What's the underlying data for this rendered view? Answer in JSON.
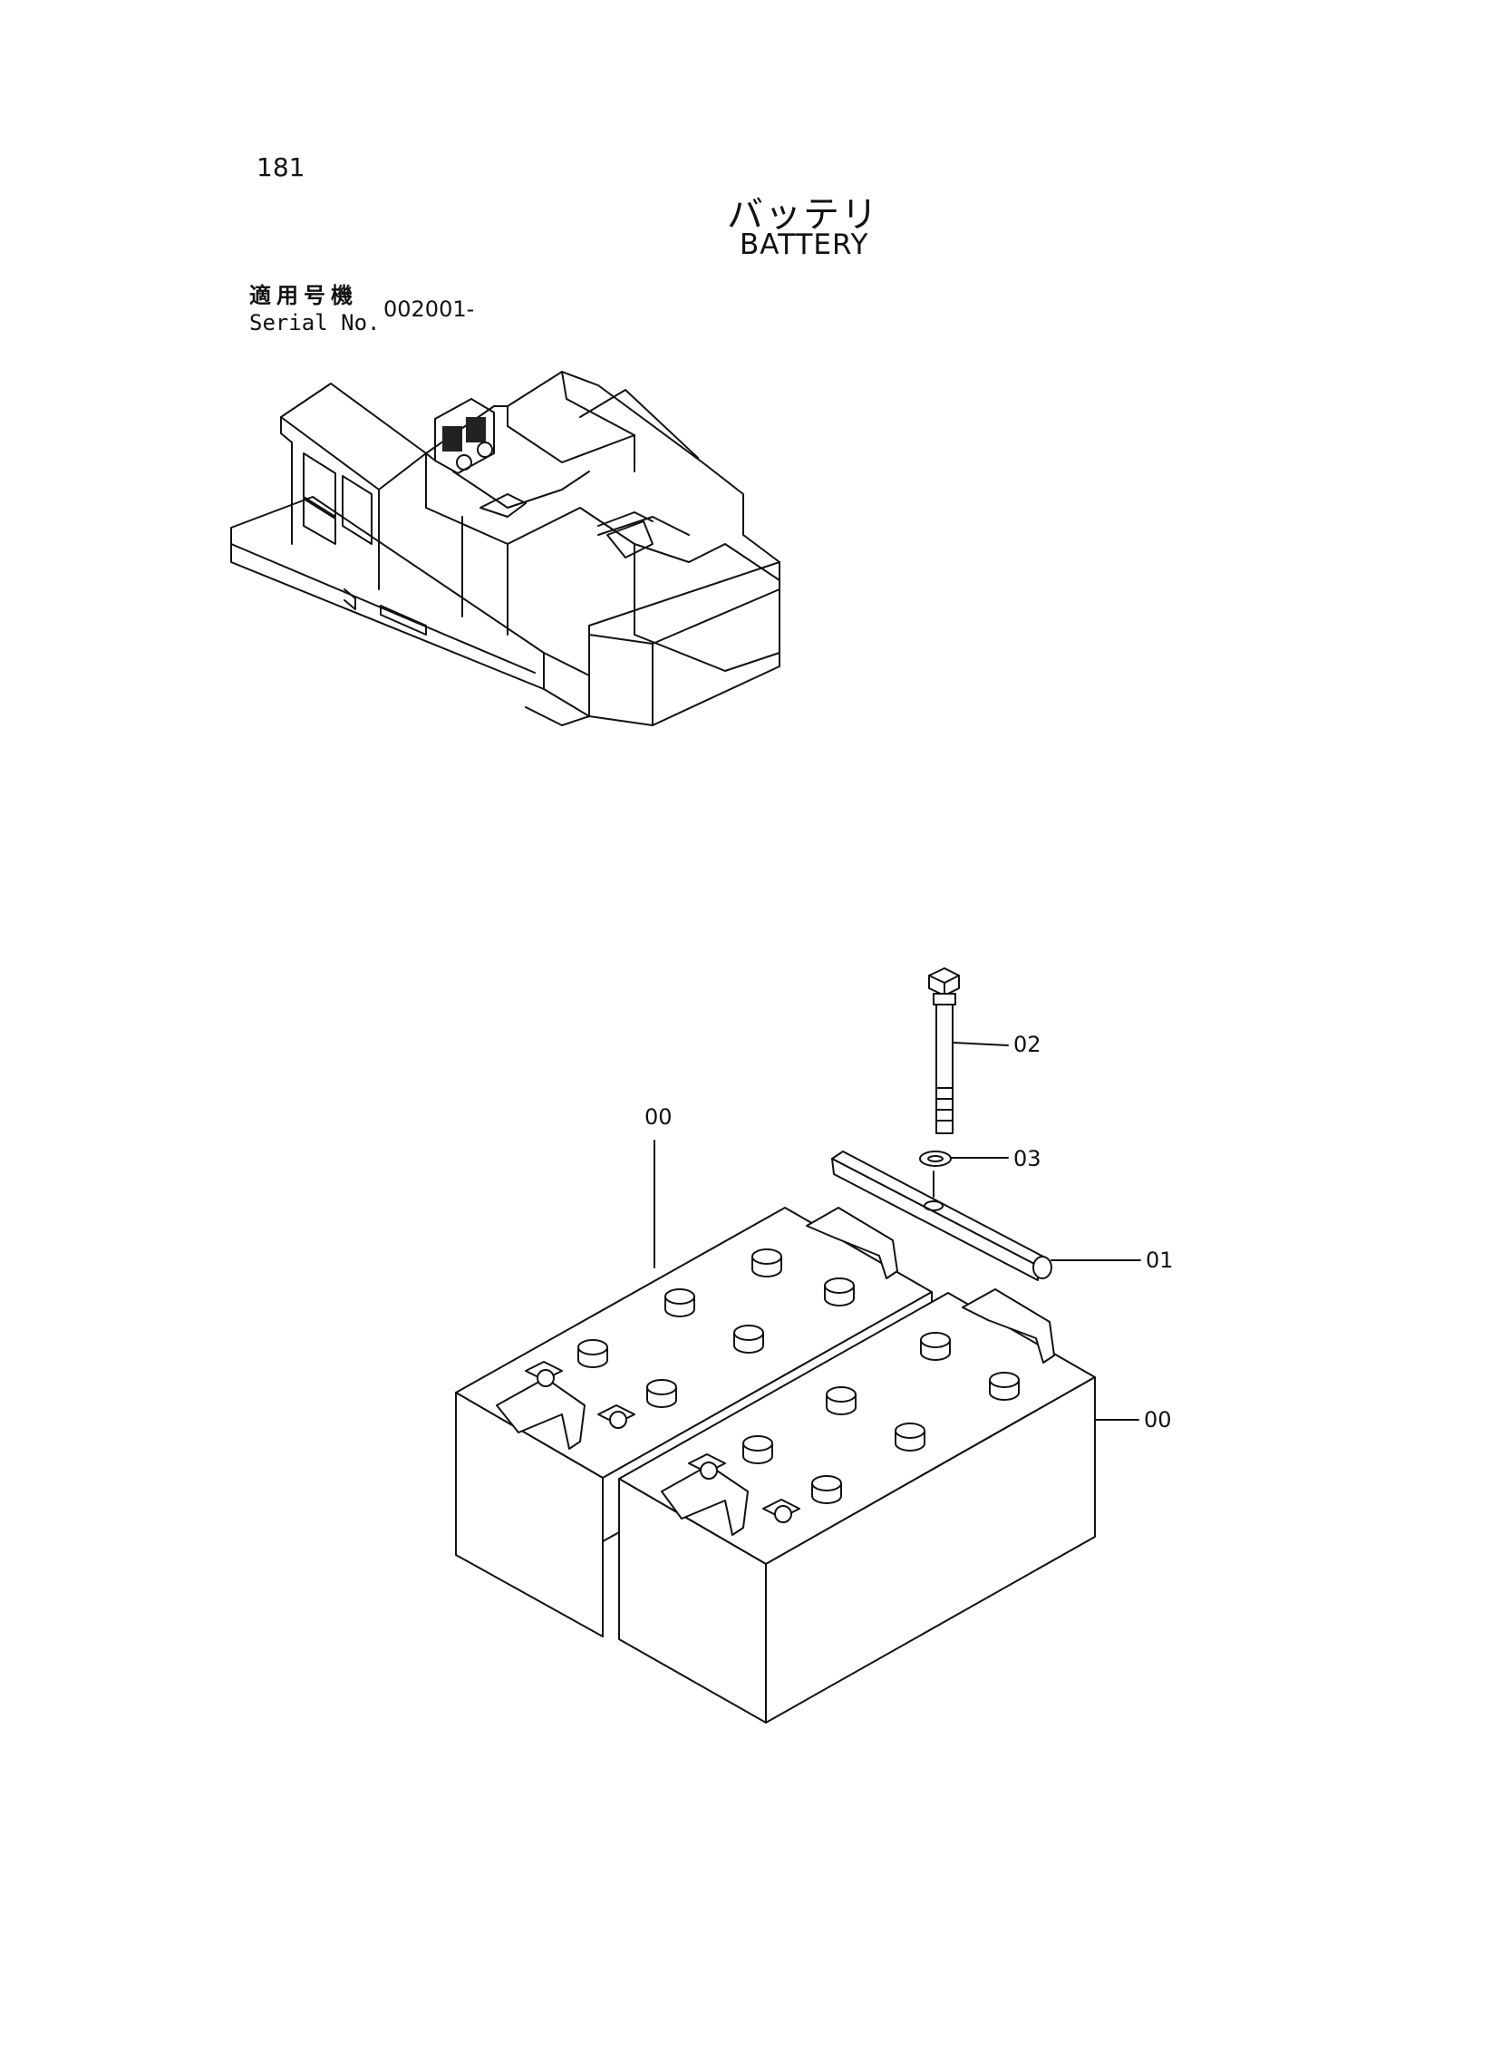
{
  "page": {
    "number": "181"
  },
  "title": {
    "japanese": "バッテリ",
    "english": "BATTERY"
  },
  "serial": {
    "label_jp": "適用号機",
    "label_en": "Serial No.",
    "value": "002001-"
  },
  "callouts": [
    {
      "id": "02",
      "label": "02"
    },
    {
      "id": "00a",
      "label": "00"
    },
    {
      "id": "03",
      "label": "03"
    },
    {
      "id": "01",
      "label": "01"
    },
    {
      "id": "00b",
      "label": "00"
    }
  ]
}
